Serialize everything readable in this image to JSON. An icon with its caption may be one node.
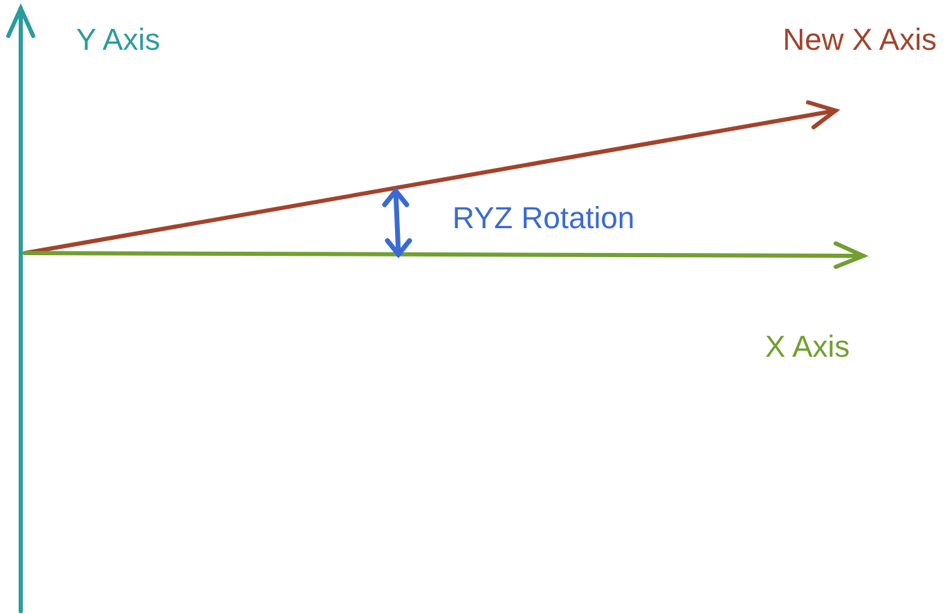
{
  "diagram": {
    "labels": [
      "Y Axis",
      "New X Axis",
      "RYZ Rotation",
      "X Axis"
    ]
  }
}
